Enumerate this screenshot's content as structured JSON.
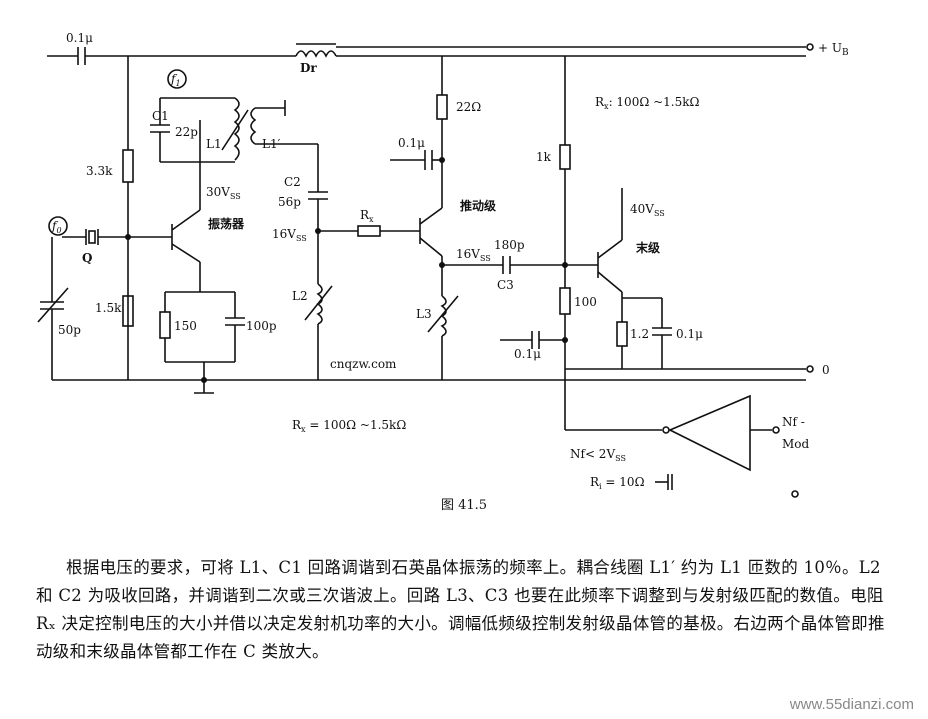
{
  "diagram": {
    "labels": {
      "cap_in": "0.1μ",
      "choke": "Dr",
      "supply": "+ U",
      "supply_sub": "B",
      "f1": "f",
      "f1_sub": "1",
      "f0": "f",
      "f0_sub": "0",
      "c1": "C1",
      "c1_val": "22p",
      "l1": "L1",
      "l1p": "L1′",
      "r_3k3": "3.3k",
      "v30": "30V",
      "v30_sub": "SS",
      "osc": "振荡器",
      "c2": "C2",
      "c2_val": "56p",
      "v16a": "16V",
      "v16a_sub": "SS",
      "quartz": "Q",
      "c_50p": "50p",
      "r_1k5": "1.5k",
      "r_150": "150",
      "c_100p": "100p",
      "l2": "L2",
      "r_22": "22Ω",
      "c_01a": "0.1μ",
      "rx": "R",
      "rx_sub": "x",
      "driver": "推动级",
      "v16b": "16V",
      "v16b_sub": "SS",
      "c3_val": "180p",
      "c3": "C3",
      "l3": "L3",
      "rx_range_top": "R",
      "rx_range_top_sub": "x",
      "rx_range_top_val": ": 100Ω ~1.5kΩ",
      "r_1k": "1k",
      "v40": "40V",
      "v40_sub": "SS",
      "final": "末级",
      "r_100": "100",
      "c_01b": "0.1μ",
      "r_12": "1.2",
      "c_01c": "0.1μ",
      "ground": "0",
      "rx_range_bottom": "R",
      "rx_range_bottom_sub": "x",
      "rx_range_bottom_val": " = 100Ω ~1.5kΩ",
      "nf_cond": "Nf< 2V",
      "nf_cond_sub": "SS",
      "ri": "R",
      "ri_sub": "i",
      "ri_val": " = 10Ω",
      "nf_mod_1": "Nf -",
      "nf_mod_2": "Mod",
      "watermark_faint": "cnqzw.com"
    },
    "caption": "图 41.5"
  },
  "text": {
    "paragraph": "根据电压的要求，可将 L1、C1 回路调谐到石英晶体振荡的频率上。耦合线圈 L1′ 约为 L1 匝数的 10％。L2 和 C2 为吸收回路，并调谐到二次或三次谐波上。回路 L3、C3 也要在此频率下调整到与发射级匹配的数值。电阻 Rₓ 决定控制电压的大小并借以决定发射机功率的大小。调幅低频级控制发射级晶体管的基极。右边两个晶体管即推动级和末级晶体管都工作在 C 类放大。"
  },
  "watermark": "www.55dianzi.com"
}
